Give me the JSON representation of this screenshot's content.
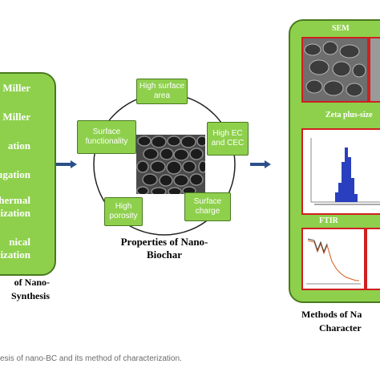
{
  "left": {
    "items": [
      "Miller",
      "Miller",
      "ation",
      "ugation",
      "hermal",
      "rization",
      "nical",
      "erization"
    ],
    "caption_line1": "of Nano-",
    "caption_line2": "Synthesis"
  },
  "center": {
    "properties": {
      "top": "High surface area",
      "right_top": "High EC and CEC",
      "right_bottom": "Surface charge",
      "left_bottom": "High porosity",
      "left_top": "Surface functionality"
    },
    "caption_line1": "Properties of  Nano-",
    "caption_line2": "Biochar"
  },
  "right": {
    "sem_label": "SEM",
    "zeta_label": "Zeta plus-size",
    "ftir_label": "FTIR",
    "caption_line1": "Methods of Na",
    "caption_line2": "Character"
  },
  "figure_caption": "esis of nano-BC and its method of characterization.",
  "colors": {
    "panel_green": "#8ed04c",
    "panel_border": "#4a7a1f",
    "arrow_blue": "#2b4f8a",
    "frame_red": "#d02020"
  }
}
